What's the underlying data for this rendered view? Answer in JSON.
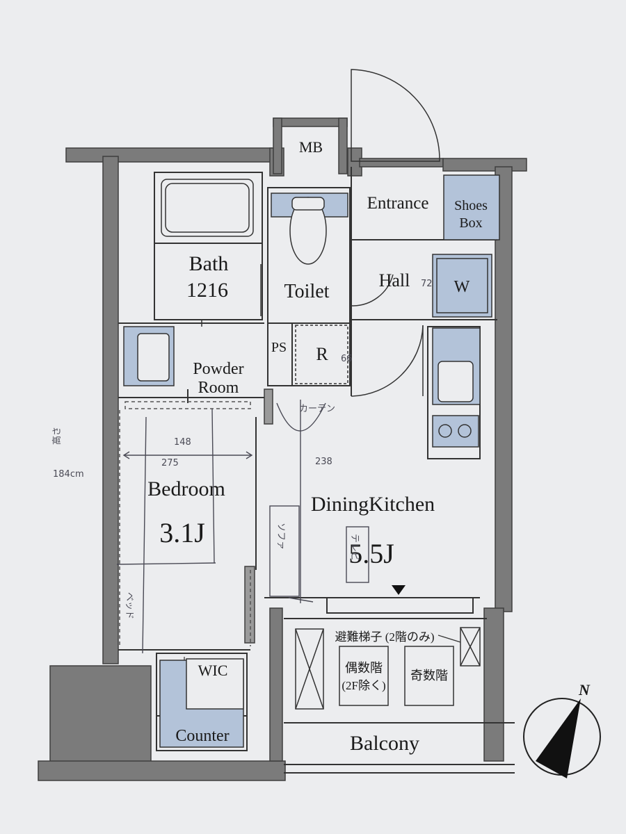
{
  "rooms": {
    "mb": "MB",
    "entrance": "Entrance",
    "shoes_box_line1": "Shoes",
    "shoes_box_line2": "Box",
    "hall": "Hall",
    "wash": "W",
    "bath": "Bath",
    "bath_size": "1216",
    "toilet": "Toilet",
    "ps": "PS",
    "refrigerator": "R",
    "powder_room_line1": "Powder",
    "powder_room_line2": "Room",
    "bedroom": "Bedroom",
    "bedroom_size": "3.1J",
    "dining_kitchen": "DiningKitchen",
    "dining_kitchen_size": "5.5J",
    "wic": "WIC",
    "counter": "Counter",
    "balcony": "Balcony"
  },
  "balcony_notes": {
    "escape_ladder": "避難梯子 (2階のみ)",
    "even_floors_line1": "偶数階",
    "even_floors_line2": "(2F除く)",
    "odd_floors": "奇数階"
  },
  "compass": {
    "north": "N"
  },
  "handwritten": {
    "left_margin_line1": "高さ",
    "left_margin_line2": "184cm",
    "bedroom_dim_1": "148",
    "bedroom_dim_2": "275",
    "dk_dim": "238",
    "hall_note": "72",
    "fridge_dim": "66",
    "sofa_note": "ソファ",
    "tv_note": "テレビ",
    "kitchen_note": "カーテン",
    "bed_note": "ベッド"
  },
  "colors": {
    "paper": "#ecedef",
    "wall": "#7b7b7b",
    "wall_edge": "#3e3e3e",
    "fixture_fill": "#b3c3d9",
    "line": "#333333",
    "pen": "#4a4a55"
  }
}
